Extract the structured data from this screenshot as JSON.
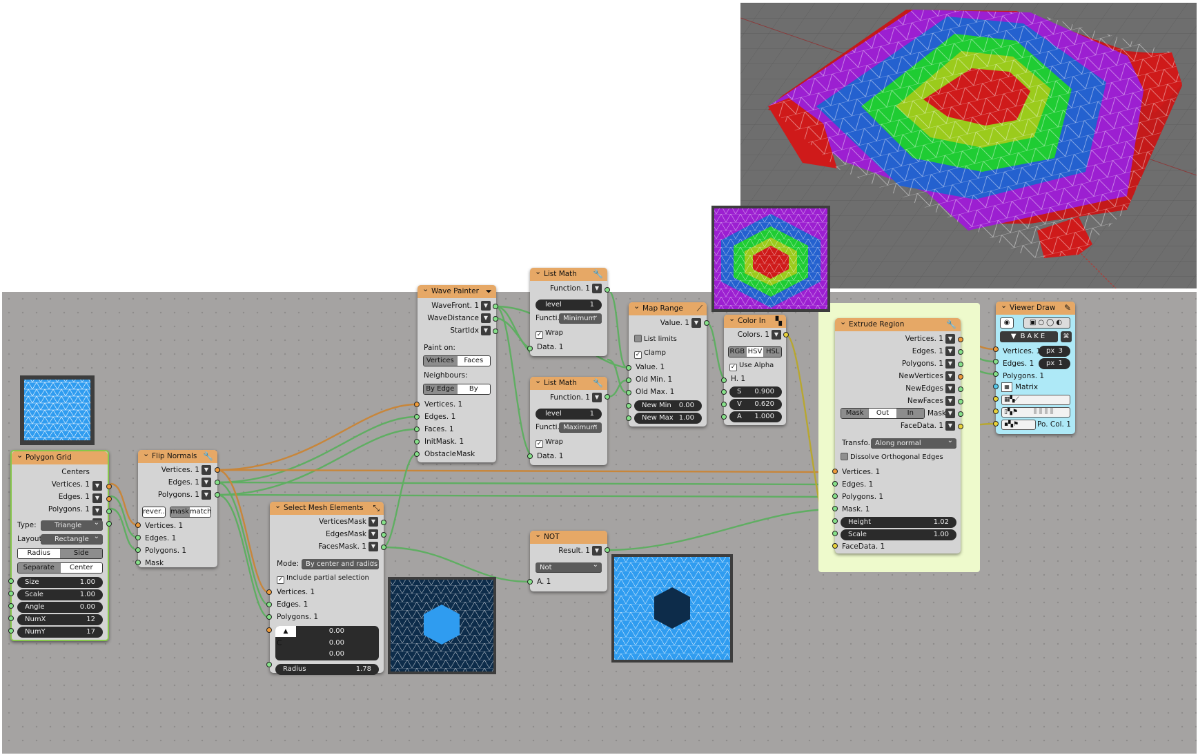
{
  "polygon_grid": {
    "title": "Polygon Grid",
    "outputs": [
      "Centers",
      "Vertices. 1",
      "Edges. 1",
      "Polygons. 1"
    ],
    "type_label": "Type:",
    "type_value": "Triangle",
    "layout_label": "Layout:",
    "layout_value": "Rectangle",
    "mode_a": "Radius",
    "mode_b": "Side",
    "center_a": "Separate",
    "center_b": "Center",
    "fields": [
      {
        "label": "Size",
        "value": "1.00"
      },
      {
        "label": "Scale",
        "value": "1.00"
      },
      {
        "label": "Angle",
        "value": "0.00"
      },
      {
        "label": "NumX",
        "value": "12"
      },
      {
        "label": "NumY",
        "value": "17"
      }
    ]
  },
  "flip_normals": {
    "title": "Flip Normals",
    "outputs": [
      "Vertices. 1",
      "Edges. 1",
      "Polygons. 1"
    ],
    "btn_reverse": "rever...",
    "btn_mask": "mask",
    "btn_match": "match",
    "inputs": [
      "Vertices. 1",
      "Edges. 1",
      "Polygons. 1",
      "Mask"
    ]
  },
  "wave_painter": {
    "title": "Wave Painter",
    "outputs": [
      "WaveFront. 1",
      "WaveDistance",
      "StartIdx"
    ],
    "paint_on_label": "Paint on:",
    "paint_a": "Vertices",
    "paint_b": "Faces",
    "neighbours_label": "Neighbours:",
    "nb_a": "By Edge",
    "nb_b": "By Vertex",
    "inputs": [
      "Vertices. 1",
      "Edges. 1",
      "Faces. 1",
      "InitMask. 1",
      "ObstacleMask"
    ]
  },
  "list_math_1": {
    "title": "List Math",
    "output": "Function. 1",
    "level_label": "level",
    "level_value": "1",
    "func_label": "Functi...",
    "func_value": "Minimum",
    "wrap_label": "Wrap",
    "input": "Data. 1"
  },
  "list_math_2": {
    "title": "List Math",
    "output": "Function. 1",
    "level_label": "level",
    "level_value": "1",
    "func_label": "Functi...",
    "func_value": "Maximum",
    "wrap_label": "Wrap",
    "input": "Data. 1"
  },
  "map_range": {
    "title": "Map Range",
    "output": "Value. 1",
    "list_limits": "List limits",
    "clamp": "Clamp",
    "inputs": [
      "Value. 1",
      "Old Min. 1",
      "Old Max. 1"
    ],
    "new_min_label": "New Min",
    "new_min_value": "0.00",
    "new_max_label": "New Max",
    "new_max_value": "1.00"
  },
  "color_in": {
    "title": "Color In",
    "output": "Colors. 1",
    "modes": [
      "RGB",
      "HSV",
      "HSL"
    ],
    "use_alpha": "Use Alpha",
    "h_label": "H. 1",
    "fields": [
      {
        "label": "S",
        "value": "0.900"
      },
      {
        "label": "V",
        "value": "0.620"
      },
      {
        "label": "A",
        "value": "1.000"
      }
    ]
  },
  "select_mesh": {
    "title": "Select Mesh Elements",
    "outputs": [
      "VerticesMask",
      "EdgesMask",
      "FacesMask. 1"
    ],
    "mode_label": "Mode:",
    "mode_value": "By center and radius",
    "include_partial": "Include partial selection",
    "inputs": [
      "Vertices. 1",
      "Edges. 1",
      "Polygons. 1"
    ],
    "vec_values": [
      "0.00",
      "0.00",
      "0.00"
    ],
    "c_label": "C",
    "radius_label": "Radius",
    "radius_value": "1.78"
  },
  "not_node": {
    "title": "NOT",
    "output": "Result. 1",
    "op_value": "Not",
    "input": "A. 1"
  },
  "extrude_region": {
    "title": "Extrude Region",
    "outputs": [
      "Vertices. 1",
      "Edges. 1",
      "Polygons. 1",
      "NewVertices",
      "NewEdges",
      "NewFaces"
    ],
    "mask_a": "Mask",
    "mask_b": "Out",
    "mask_c": "In",
    "mask_out_label": "Mask",
    "facedata_out": "FaceData. 1",
    "transform_label": "Transfo...",
    "transform_value": "Along normal",
    "dissolve": "Dissolve Orthogonal Edges",
    "inputs": [
      "Vertices. 1",
      "Edges. 1",
      "Polygons. 1",
      "Mask. 1"
    ],
    "height_label": "Height",
    "height_value": "1.02",
    "scale_label": "Scale",
    "scale_value": "1.00",
    "facedata_in": "FaceData. 1"
  },
  "viewer_draw": {
    "title": "Viewer Draw",
    "bake": "BAKE",
    "inputs": [
      "Vertices. 1",
      "Edges. 1",
      "Polygons. 1",
      "Matrix"
    ],
    "px_label": "px",
    "vert_size": "3",
    "edge_width": "1",
    "poly_col": "Po. Col. 1"
  },
  "colors": {
    "header": "#e6a866",
    "node_body": "#d4d4d4",
    "editor_bg": "#a5a3a2",
    "socket_green": "#86e089",
    "socket_orange": "#ee9b3a",
    "socket_yellow": "#e8d23a",
    "socket_blue": "#53c6e8",
    "frame": "#eefacc",
    "viewer": "#aee9f7"
  }
}
